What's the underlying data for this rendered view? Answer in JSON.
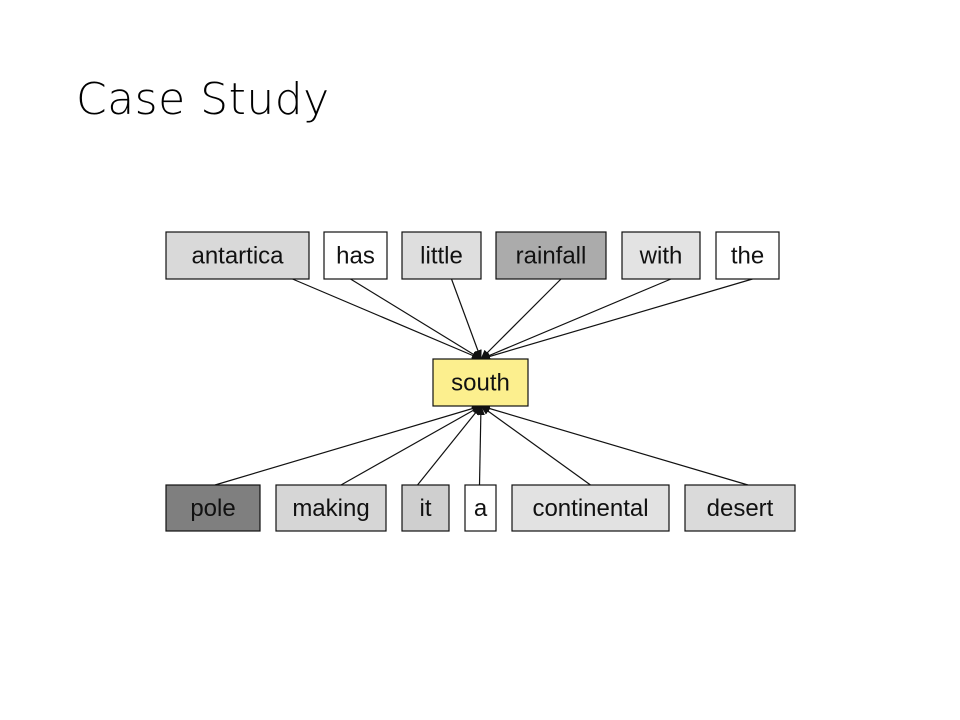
{
  "title": "Case Study",
  "target": {
    "word": "south",
    "color": "#fcef8e"
  },
  "top_tokens": [
    {
      "word": "antartica",
      "color": "#d9d9d9"
    },
    {
      "word": "has",
      "color": "#ffffff"
    },
    {
      "word": "little",
      "color": "#dedede"
    },
    {
      "word": "rainfall",
      "color": "#ababab"
    },
    {
      "word": "with",
      "color": "#e3e3e3"
    },
    {
      "word": "the",
      "color": "#ffffff"
    }
  ],
  "bottom_tokens": [
    {
      "word": "pole",
      "color": "#7f7f7f"
    },
    {
      "word": "making",
      "color": "#d6d6d6"
    },
    {
      "word": "it",
      "color": "#cfcfcf"
    },
    {
      "word": "a",
      "color": "#ffffff"
    },
    {
      "word": "continental",
      "color": "#e2e2e2"
    },
    {
      "word": "desert",
      "color": "#dadada"
    }
  ]
}
